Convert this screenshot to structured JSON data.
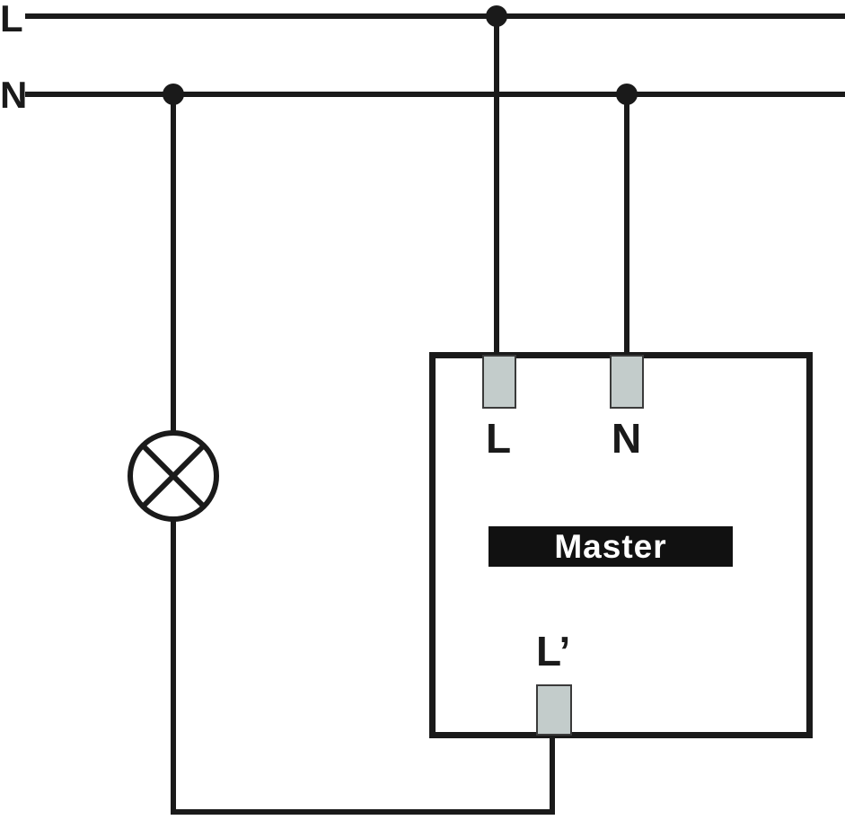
{
  "diagram": {
    "type": "wiring-diagram",
    "bus": {
      "live_label": "L",
      "neutral_label": "N"
    },
    "device": {
      "name": "Master",
      "terminals": [
        {
          "label": "L"
        },
        {
          "label": "N"
        },
        {
          "label": "L’"
        }
      ]
    },
    "symbols": {
      "lamp": "lamp-symbol"
    },
    "colors": {
      "wire": "#1a1a1a",
      "terminal_fill": "#c3cccb",
      "device_label_bg": "#111111",
      "device_label_text": "#ffffff"
    }
  }
}
